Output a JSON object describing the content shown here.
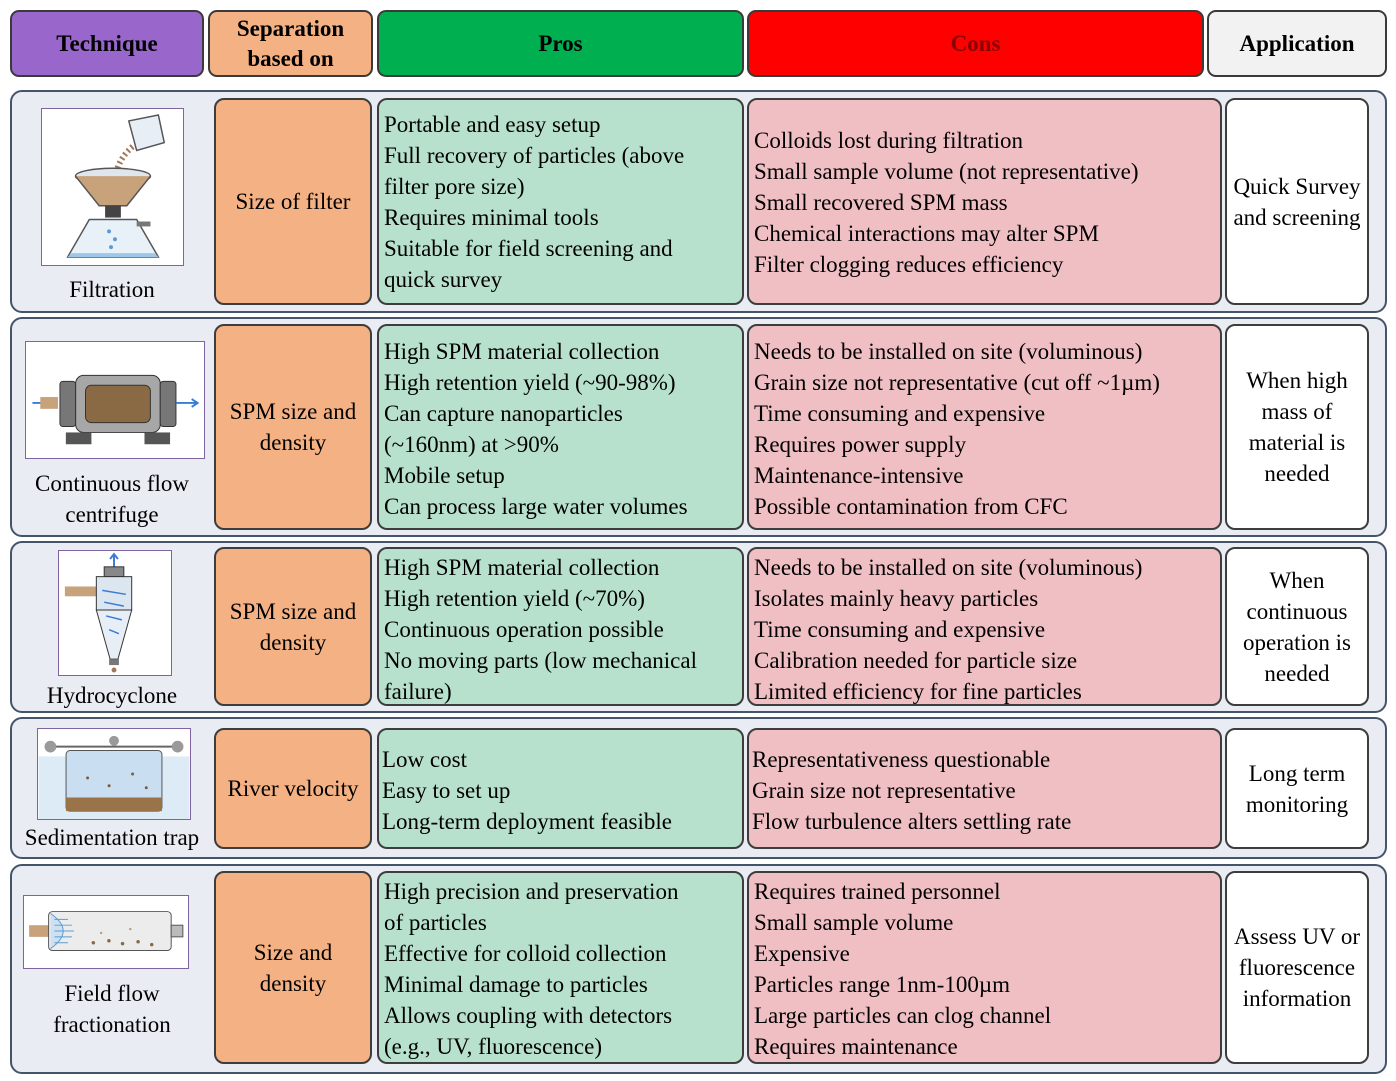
{
  "headers": {
    "technique": "Technique",
    "separation": "Separation based on",
    "pros": "Pros",
    "cons": "Cons",
    "application": "Application"
  },
  "rows": [
    {
      "technique": "Filtration",
      "separation": "Size of filter",
      "pros": [
        "Portable and easy setup",
        "Full recovery of particles (above",
        "filter pore size)",
        "Requires minimal tools",
        "Suitable for field screening and",
        "quick survey"
      ],
      "cons": [
        "Colloids lost during filtration",
        "Small sample volume (not representative)",
        "Small recovered SPM mass",
        "Chemical interactions may alter SPM",
        "Filter clogging reduces efficiency"
      ],
      "application": "Quick Survey and screening"
    },
    {
      "technique": "Continuous flow centrifuge",
      "separation": "SPM size and density",
      "pros": [
        "High SPM material collection",
        "High retention yield (~90-98%)",
        "Can capture nanoparticles",
        "(~160nm) at >90%",
        "Mobile setup",
        "Can process large water volumes"
      ],
      "cons": [
        "Needs to be installed on site (voluminous)",
        "Grain size not representative (cut off ~1µm)",
        "Time consuming and expensive",
        "Requires power supply",
        "Maintenance-intensive",
        "Possible contamination from CFC"
      ],
      "application": "When high mass of material is needed"
    },
    {
      "technique": "Hydrocyclone",
      "separation": "SPM size and density",
      "pros": [
        "High SPM material collection",
        "High retention yield (~70%)",
        "Continuous operation possible",
        "No moving parts (low mechanical",
        "failure)"
      ],
      "cons": [
        "Needs to be installed on site (voluminous)",
        "Isolates mainly heavy particles",
        "Time consuming and expensive",
        "Calibration needed for particle size",
        "Limited efficiency for fine particles"
      ],
      "application": "When continuous operation is needed"
    },
    {
      "technique": "Sedimentation trap",
      "separation": "River velocity",
      "pros": [
        "Low cost",
        "Easy to set up",
        "Long-term deployment feasible"
      ],
      "cons": [
        "Representativeness questionable",
        "Grain size not representative",
        "Flow turbulence alters settling rate"
      ],
      "application": "Long term monitoring"
    },
    {
      "technique": "Field flow fractionation",
      "separation": "Size and density",
      "pros": [
        "High precision and preservation",
        "of particles",
        "Effective for colloid collection",
        "Minimal damage to particles",
        "Allows coupling with detectors",
        "(e.g., UV, fluorescence)"
      ],
      "cons": [
        "Requires trained personnel",
        "Small sample volume",
        "Expensive",
        "Particles range 1nm-100µm",
        "Large particles can clog channel",
        "Requires maintenance"
      ],
      "application": "Assess UV or fluorescence information"
    }
  ],
  "illustrations": [
    "filtration-apparatus-icon",
    "centrifuge-icon",
    "hydrocyclone-icon",
    "sedimentation-trap-icon",
    "field-flow-channel-icon"
  ],
  "colors": {
    "technique_header": "#9966cc",
    "separation_header": "#f4b183",
    "pros_header": "#00b050",
    "cons_header": "#ff0000",
    "cons_header_text": "#8b0000",
    "application_header": "#f2f2f2",
    "separation_cell": "#f4b183",
    "pros_cell": "#b7e1cd",
    "cons_cell": "#efbfc4",
    "row_background": "#e9ecf3"
  }
}
